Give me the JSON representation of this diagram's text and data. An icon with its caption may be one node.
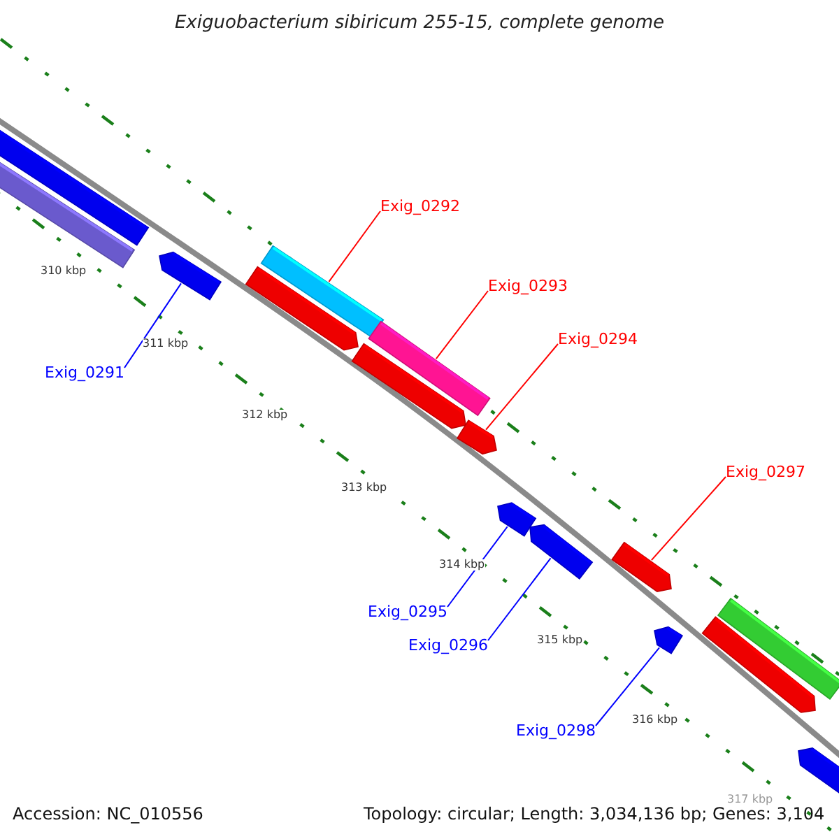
{
  "diagram": {
    "title": "Exiguobacterium sibiricum 255-15, complete genome",
    "nodes": [
      {
        "text": [
          "Exig_0291"
        ]
      },
      {
        "text": [
          "Exig_0292"
        ]
      },
      {
        "text": [
          "Exig_0293"
        ]
      },
      {
        "text": [
          "Exig_0294"
        ]
      },
      {
        "text": [
          "Exig_0295"
        ]
      },
      {
        "text": [
          "Exig_0296"
        ]
      },
      {
        "text": [
          "Exig_0297"
        ]
      },
      {
        "text": [
          "Exig_0298"
        ]
      },
      {
        "text": [],
        "shape": "bar"
      },
      {
        "text": [],
        "shape": "bar"
      },
      {
        "text": [],
        "shape": "bar"
      },
      {
        "text": [],
        "shape": "bar"
      },
      {
        "text": [],
        "shape": "bar"
      },
      {
        "text": [],
        "shape": "bar"
      },
      {
        "text": [],
        "shape": "bar"
      },
      {
        "text": [],
        "shape": "bar"
      },
      {
        "text": [],
        "shape": "bar"
      },
      {
        "text": [],
        "shape": "bar"
      },
      {
        "text": [],
        "shape": "bar"
      },
      {
        "text": [],
        "shape": "bar"
      },
      {
        "text": [],
        "shape": "bar"
      },
      {
        "text": [],
        "shape": "bar"
      },
      {
        "text": [],
        "shape": "bar"
      }
    ],
    "edges": [
      {
        "from": 0,
        "to": 10,
        "arrow": "none",
        "color": "#0000ff"
      },
      {
        "from": 1,
        "to": 11,
        "arrow": "none",
        "color": "#ff0000"
      },
      {
        "from": 2,
        "to": 14,
        "arrow": "none",
        "color": "#ff0000"
      },
      {
        "from": 3,
        "to": 15,
        "arrow": "none",
        "color": "#ff0000"
      },
      {
        "from": 4,
        "to": 16,
        "arrow": "none",
        "color": "#0000ff"
      },
      {
        "from": 5,
        "to": 17,
        "arrow": "none",
        "color": "#0000ff"
      },
      {
        "from": 6,
        "to": 18,
        "arrow": "none",
        "color": "#ff0000"
      },
      {
        "from": 7,
        "to": 19,
        "arrow": "none",
        "color": "#0000ff"
      }
    ],
    "labels": [
      "310 kbp",
      "311 kbp",
      "312 kbp",
      "313 kbp",
      "314 kbp",
      "315 kbp",
      "316 kbp",
      "317 kbp",
      "Accession: NC_010556",
      "Topology: circular; Length: 3,034,136 bp; Genes: 3,104"
    ]
  }
}
